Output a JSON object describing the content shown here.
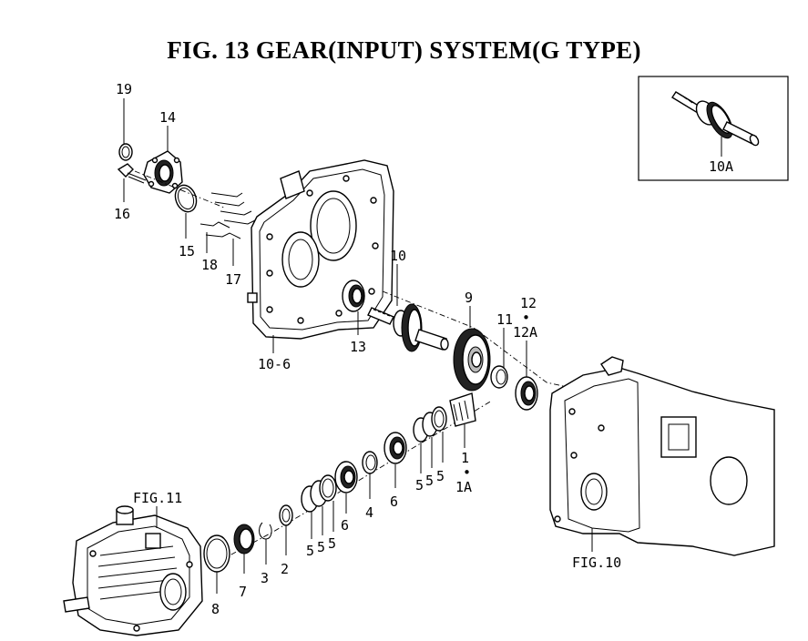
{
  "title": "FIG. 13  GEAR(INPUT) SYSTEM(G TYPE)",
  "callouts": {
    "c19": "19",
    "c14": "14",
    "c16": "16",
    "c15": "15",
    "c18": "18",
    "c17": "17",
    "c10": "10",
    "c10_6": "10-6",
    "c13": "13",
    "c9": "9",
    "c11": "11",
    "c12": "12",
    "c12_dot": "•",
    "c12a": "12A",
    "c1": "1",
    "c1_dot": "•",
    "c1a": "1A",
    "c5a": "5",
    "c5b": "5",
    "c5c": "5",
    "c6a": "6",
    "c4": "4",
    "c6b": "6",
    "c5d": "5",
    "c5e": "5",
    "c5f": "5",
    "c2": "2",
    "c3": "3",
    "c7": "7",
    "c8": "8"
  },
  "refs": {
    "fig11": "FIG.11",
    "fig10": "FIG.10"
  },
  "inset": {
    "label": "10A"
  }
}
